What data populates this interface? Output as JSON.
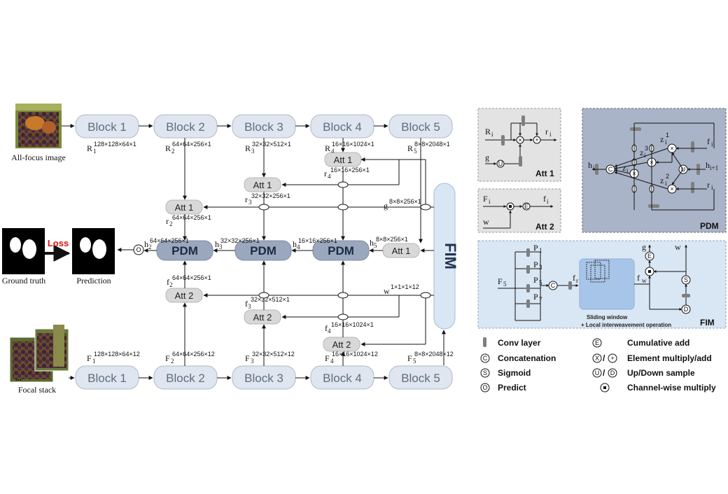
{
  "inputs": {
    "allfocus_caption": "All-focus image",
    "focal_caption": "Focal stack",
    "ground_truth_caption": "Ground truth",
    "prediction_caption": "Prediction",
    "loss_label": "Loss",
    "dots": "...",
    "loss_color": "#e01010"
  },
  "rgb_stream": {
    "blocks": [
      "Block 1",
      "Block 2",
      "Block 3",
      "Block 4",
      "Block 5"
    ],
    "features": [
      {
        "base": "R",
        "sub": "1",
        "sup": "128×128×64×1"
      },
      {
        "base": "R",
        "sub": "2",
        "sup": "64×64×256×1"
      },
      {
        "base": "R",
        "sub": "3",
        "sup": "32×32×512×1"
      },
      {
        "base": "R",
        "sub": "4",
        "sup": "16×16×1024×1"
      },
      {
        "base": "R",
        "sub": "5",
        "sup": "8×8×2048×1"
      }
    ]
  },
  "focal_stream": {
    "blocks": [
      "Block 1",
      "Block 2",
      "Block 3",
      "Block 4",
      "Block 5"
    ],
    "features": [
      {
        "base": "F",
        "sub": "1",
        "sup": "128×128×64×12"
      },
      {
        "base": "F",
        "sub": "2",
        "sup": "64×64×256×12"
      },
      {
        "base": "F",
        "sub": "3",
        "sup": "32×32×512×12"
      },
      {
        "base": "F",
        "sub": "4",
        "sup": "16×16×1024×12"
      },
      {
        "base": "F",
        "sub": "5",
        "sup": "8×8×2048×12"
      }
    ]
  },
  "att1_nodes": {
    "label": "Att 1",
    "outputs": [
      {
        "base": "r",
        "sub": "4",
        "sup": "16×16×256×1"
      },
      {
        "base": "r",
        "sub": "3",
        "sup": "32×32×256×1"
      },
      {
        "base": "r",
        "sub": "2",
        "sup": "64×64×256×1"
      }
    ]
  },
  "att2_nodes": {
    "label": "Att 2",
    "outputs": [
      {
        "base": "f",
        "sub": "4",
        "sup": "16×16×1024×1"
      },
      {
        "base": "f",
        "sub": "3",
        "sup": "32×32×512×1"
      },
      {
        "base": "f",
        "sub": "2",
        "sup": "64×64×256×1"
      }
    ]
  },
  "g_label": {
    "base": "g",
    "sup": "8×8×256×1"
  },
  "w_label": {
    "base": "w",
    "sup": "1×1×1×12"
  },
  "pdm": {
    "label": "PDM",
    "outputs": [
      {
        "base": "h",
        "sub": "2",
        "sup": "64×64×256×1"
      },
      {
        "base": "h",
        "sub": "3",
        "sup": "32×32×256×1"
      },
      {
        "base": "h",
        "sub": "4",
        "sup": "16×16×256×1"
      },
      {
        "base": "h",
        "sub": "5",
        "sup": "8×8×256×1"
      }
    ]
  },
  "fim_label": "FIM",
  "predict_symbol": "O",
  "panels": {
    "att1": {
      "title": "Att 1",
      "R": "R",
      "R_sub": "i",
      "r": "r",
      "r_sub": "i",
      "g": "g",
      "U": "U"
    },
    "att2": {
      "title": "Att 2",
      "F": "F",
      "F_sub": "i",
      "f": "f",
      "f_sub": "i",
      "w": "w",
      "E": "E"
    },
    "pdm": {
      "title": "PDM",
      "h_i": "h",
      "h_i_sub": "i",
      "h_next": "h",
      "h_next_sub": "i+1",
      "f": "f",
      "f_sub": "i",
      "r": "r",
      "r_sub": "i",
      "z1": "z",
      "z1_sub": "i",
      "z1_sup": "1",
      "z2": "z",
      "z2_sub": "i",
      "z2_sup": "2",
      "z3": "z",
      "z3_sub": "i",
      "z3_sup": "3",
      "zi": "z",
      "zi_sub": "i",
      "C": "C",
      "U": "U"
    },
    "fim": {
      "title": "FIM",
      "F": "F",
      "F_sub": "5",
      "p": [
        "P",
        "P",
        "P",
        "P"
      ],
      "p_sub": [
        "1",
        "3",
        "5",
        "7"
      ],
      "fr": "f",
      "fr_sub": "r",
      "fw": "f",
      "fw_sub": "w",
      "g": "g",
      "w": "w",
      "E": "E",
      "S": "S",
      "D": "D",
      "sw1": "Sliding window",
      "sw2": "+ Local interweavement operation"
    }
  },
  "legend": [
    {
      "icon": "conv",
      "text": "Conv layer"
    },
    {
      "icon": "C",
      "text": "Concatenation"
    },
    {
      "icon": "S",
      "text": "Sigmoid"
    },
    {
      "icon": "O",
      "text": "Predict"
    },
    {
      "icon": "E",
      "text": "Cumulative add"
    },
    {
      "icon": "X+",
      "text": "Element multiply/add"
    },
    {
      "icon": "UD",
      "text": "Up/Down sample"
    },
    {
      "icon": "dot",
      "text": "Channel-wise multiply"
    }
  ],
  "legend_symbols": {
    "C": "C",
    "S": "S",
    "O": "O",
    "E": "E",
    "X": "X",
    "plus": "+",
    "U": "U",
    "D": "D",
    "slash": "/"
  },
  "colors": {
    "block": "#dfe6ef",
    "pdm": "#9aa7bd",
    "att": "#d8d8d8",
    "fim": "#d9e6f3",
    "pdm_panel": "#aab4c8"
  }
}
